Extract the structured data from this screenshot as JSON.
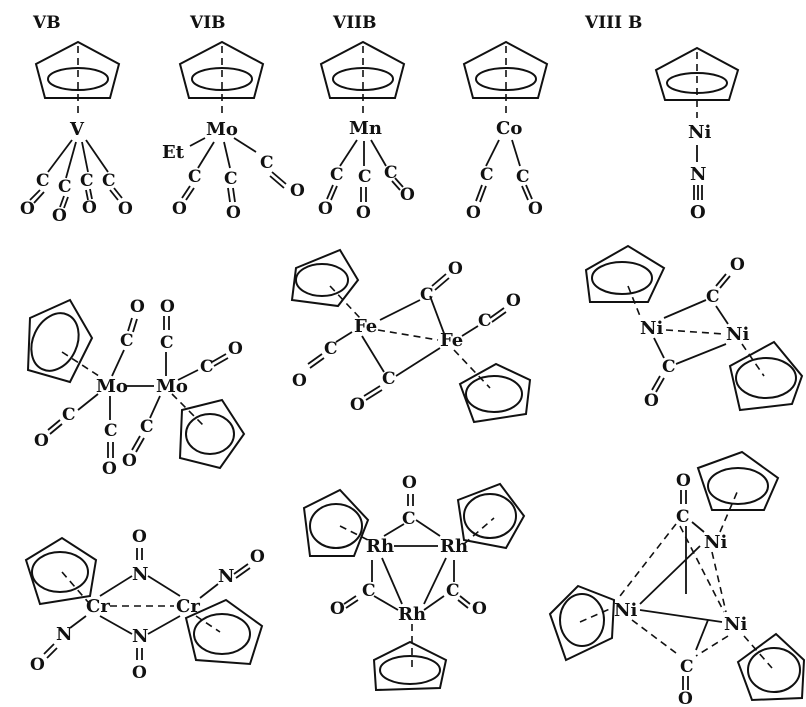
{
  "groups": [
    "VB",
    "VIB",
    "VIIB",
    "VIII B"
  ],
  "atoms": {
    "V": "V",
    "Mo": "Mo",
    "Mn": "Mn",
    "Co": "Co",
    "Ni": "Ni",
    "Fe": "Fe",
    "Cr": "Cr",
    "Rh": "Rh",
    "C": "C",
    "O": "O",
    "N": "N",
    "Et": "Et",
    "triple": "≡",
    "double": "="
  }
}
